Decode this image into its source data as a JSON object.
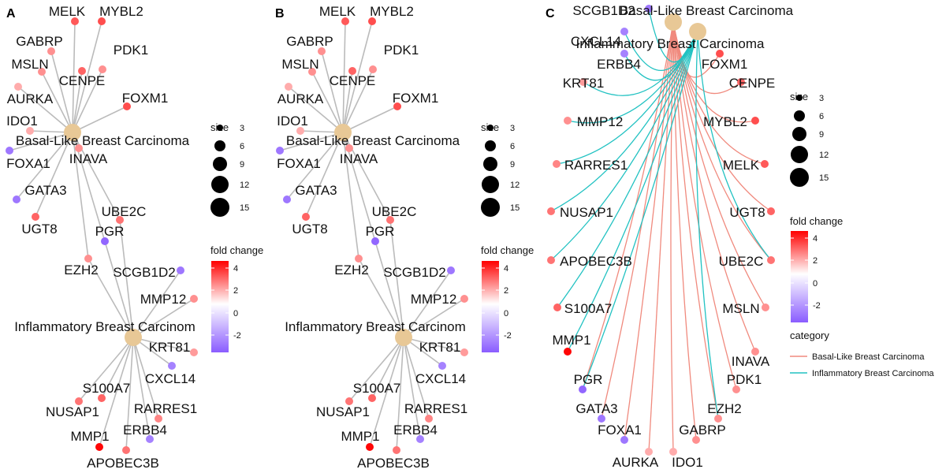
{
  "panels": [
    {
      "id": "A",
      "letter": "A"
    },
    {
      "id": "B",
      "letter": "B"
    },
    {
      "id": "C",
      "letter": "C"
    }
  ],
  "categories": [
    {
      "id": "basal",
      "label": "Basal-Like Breast Carcinoma",
      "color": "#f08a7e"
    },
    {
      "id": "inflam",
      "label": "Inflammatory Breast Carcinoma",
      "color": "#22c2c2"
    }
  ],
  "inflam_label_truncated": "Inflammatory Breast Carcinom",
  "category_node_color": "#e8c896",
  "edge_color_ab": "#bbbbbb",
  "fold_change_colors": {
    "low": "#8a5cff",
    "mid": "#ffffff",
    "high": "#ff0000"
  },
  "genes": [
    {
      "name": "MELK",
      "fc": 3.0,
      "cat": "basal"
    },
    {
      "name": "MYBL2",
      "fc": 3.2,
      "cat": "basal"
    },
    {
      "name": "GABRP",
      "fc": 2.0,
      "cat": "basal"
    },
    {
      "name": "PDK1",
      "fc": 2.0,
      "cat": "basal"
    },
    {
      "name": "MSLN",
      "fc": 2.0,
      "cat": "basal"
    },
    {
      "name": "CENPE",
      "fc": 2.8,
      "cat": "basal"
    },
    {
      "name": "AURKA",
      "fc": 1.5,
      "cat": "basal"
    },
    {
      "name": "FOXM1",
      "fc": 3.2,
      "cat": "basal"
    },
    {
      "name": "IDO1",
      "fc": 1.5,
      "cat": "basal"
    },
    {
      "name": "FOXA1",
      "fc": -2.5,
      "cat": "basal"
    },
    {
      "name": "INAVA",
      "fc": 2.0,
      "cat": "basal"
    },
    {
      "name": "GATA3",
      "fc": -2.5,
      "cat": "basal"
    },
    {
      "name": "UGT8",
      "fc": 2.8,
      "cat": "basal"
    },
    {
      "name": "UBE2C",
      "fc": 2.5,
      "cat": "both"
    },
    {
      "name": "PGR",
      "fc": -2.8,
      "cat": "both"
    },
    {
      "name": "EZH2",
      "fc": 2.0,
      "cat": "both"
    },
    {
      "name": "SCGB1D2",
      "fc": -2.5,
      "cat": "inflam"
    },
    {
      "name": "MMP12",
      "fc": 2.0,
      "cat": "inflam"
    },
    {
      "name": "KRT81",
      "fc": 1.8,
      "cat": "inflam"
    },
    {
      "name": "CXCL14",
      "fc": -2.3,
      "cat": "inflam"
    },
    {
      "name": "S100A7",
      "fc": 2.8,
      "cat": "inflam"
    },
    {
      "name": "NUSAP1",
      "fc": 2.5,
      "cat": "inflam"
    },
    {
      "name": "RARRES1",
      "fc": 2.2,
      "cat": "inflam"
    },
    {
      "name": "ERBB4",
      "fc": -2.3,
      "cat": "inflam"
    },
    {
      "name": "MMP1",
      "fc": 4.5,
      "cat": "inflam"
    },
    {
      "name": "APOBEC3B",
      "fc": 2.5,
      "cat": "inflam"
    }
  ],
  "legend": {
    "size_title": "size",
    "size_values": [
      "3",
      "6",
      "9",
      "12",
      "15"
    ],
    "fold_title": "fold change",
    "fold_ticks": [
      "4",
      "2",
      "0",
      "-2"
    ],
    "category_title": "category"
  }
}
